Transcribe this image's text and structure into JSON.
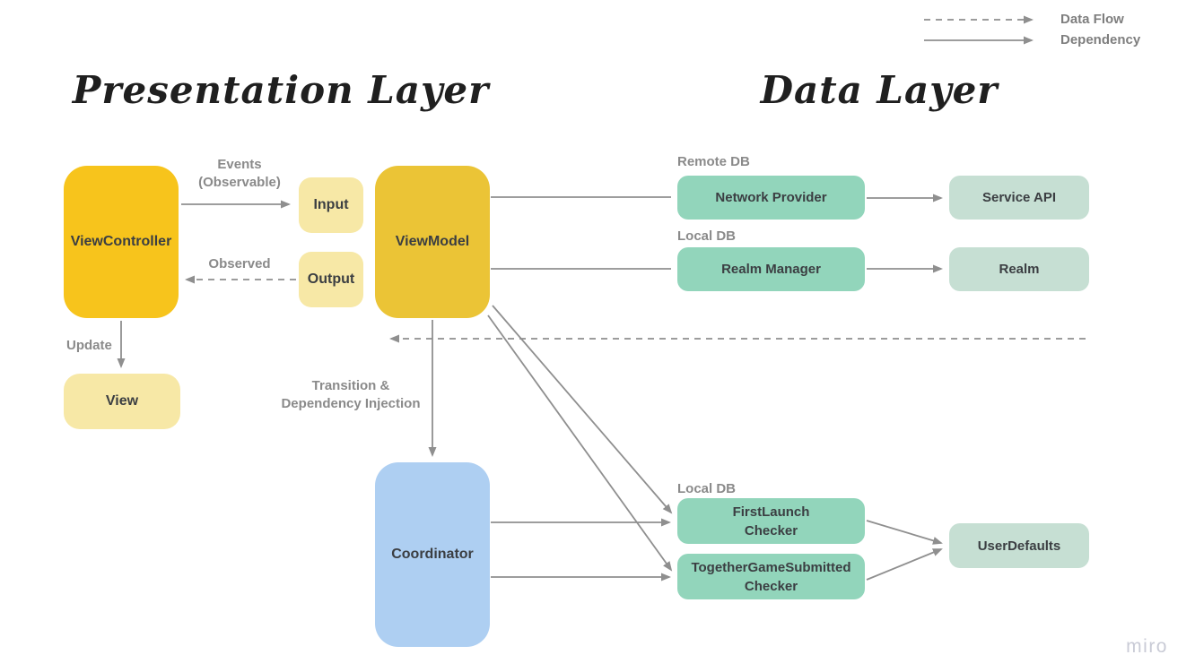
{
  "titles": {
    "presentation": "Presentation Layer",
    "data": "Data Layer"
  },
  "legend": {
    "data_flow": "Data Flow",
    "dependency": "Dependency"
  },
  "nodes": {
    "view_controller": "ViewController",
    "input": "Input",
    "output": "Output",
    "view_model": "ViewModel",
    "view": "View",
    "coordinator": "Coordinator",
    "network_provider": "Network Provider",
    "service_api": "Service API",
    "realm_manager": "Realm Manager",
    "realm": "Realm",
    "first_launch_checker": "FirstLaunch\nChecker",
    "together_game_submitted_checker": "TogetherGameSubmitted\nChecker",
    "user_defaults": "UserDefaults"
  },
  "edge_labels": {
    "events": "Events\n(Observable)",
    "observed": "Observed",
    "update": "Update",
    "transition": "Transition &\nDependency Injection",
    "remote_db": "Remote DB",
    "local_db_top": "Local DB",
    "local_db_bottom": "Local DB"
  },
  "edges": [
    {
      "from": "ViewController",
      "to": "Input",
      "type": "dependency",
      "label": "Events (Observable)"
    },
    {
      "from": "Output",
      "to": "ViewController",
      "type": "data-flow",
      "label": "Observed"
    },
    {
      "from": "ViewController",
      "to": "View",
      "type": "dependency",
      "label": "Update"
    },
    {
      "from": "ViewModel",
      "to": "Network Provider",
      "type": "dependency"
    },
    {
      "from": "ViewModel",
      "to": "Realm Manager",
      "type": "dependency"
    },
    {
      "from": "Network Provider",
      "to": "Service API",
      "type": "dependency"
    },
    {
      "from": "Realm Manager",
      "to": "Realm",
      "type": "dependency"
    },
    {
      "from": "Data Layer",
      "to": "Presentation Layer",
      "type": "data-flow"
    },
    {
      "from": "ViewModel",
      "to": "Coordinator",
      "type": "dependency",
      "label": "Transition & Dependency Injection"
    },
    {
      "from": "ViewModel",
      "to": "FirstLaunch Checker",
      "type": "dependency"
    },
    {
      "from": "ViewModel",
      "to": "TogetherGameSubmitted Checker",
      "type": "dependency"
    },
    {
      "from": "Coordinator",
      "to": "FirstLaunch Checker",
      "type": "dependency"
    },
    {
      "from": "Coordinator",
      "to": "TogetherGameSubmitted Checker",
      "type": "dependency"
    },
    {
      "from": "FirstLaunch Checker",
      "to": "UserDefaults",
      "type": "dependency"
    },
    {
      "from": "TogetherGameSubmitted Checker",
      "to": "UserDefaults",
      "type": "dependency"
    }
  ],
  "colors": {
    "view_controller": "#f7c41c",
    "view_model": "#ebc436",
    "pale_yellow": "#f7e8a6",
    "coordinator_blue": "#aecff2",
    "mint_green": "#92d5bb",
    "pale_sage": "#c6dfd3",
    "arrow_gray": "#8f8f8f",
    "label_gray": "#8a8a8a",
    "box_text": "#3b3e42",
    "title_black": "#1f1f1f",
    "watermark_gray": "#c9cbd6"
  },
  "watermark": "miro"
}
